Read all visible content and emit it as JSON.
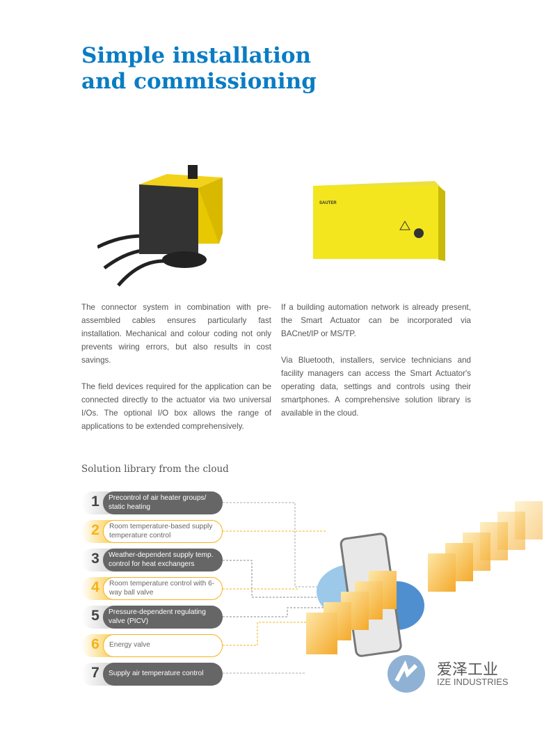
{
  "title": {
    "line1": "Simple installation",
    "line2": "and commissioning"
  },
  "left_col": {
    "p1": "The connector system in combination with pre-assembled cables ensures particularly fast installation. Mechanical and colour coding not only prevents wiring errors, but also results in cost savings.",
    "p2": "The field devices required for the application can be connected directly to the actuator via two universal I/Os. The optional I/O box allows the range of applications to be extended comprehensively."
  },
  "right_col": {
    "p1": "If a building automation network is already present, the Smart Actuator can be incorporated via BACnet/IP or MS/TP.",
    "p2": "Via Bluetooth, installers, service technicians and facility managers can access the Smart Actuator's operating data, settings and controls using their smartphones. A comprehensive solution library is available in the cloud."
  },
  "product_label": "SAUTER",
  "solution_heading": "Solution library from the cloud",
  "solutions": [
    {
      "num": "1",
      "label": "Precontrol of air heater groups/ static heating"
    },
    {
      "num": "2",
      "label": "Room temperature-based supply temperature control"
    },
    {
      "num": "3",
      "label": "Weather-dependent supply temp. control for heat exchangers"
    },
    {
      "num": "4",
      "label": "Room temperature control with 6-way ball valve"
    },
    {
      "num": "5",
      "label": "Pressure-dependent regulating valve (PICV)"
    },
    {
      "num": "6",
      "label": "Energy valve"
    },
    {
      "num": "7",
      "label": "Supply air temperature control"
    }
  ],
  "watermark": {
    "cn": "爱泽工业",
    "en": "IZE INDUSTRIES"
  }
}
